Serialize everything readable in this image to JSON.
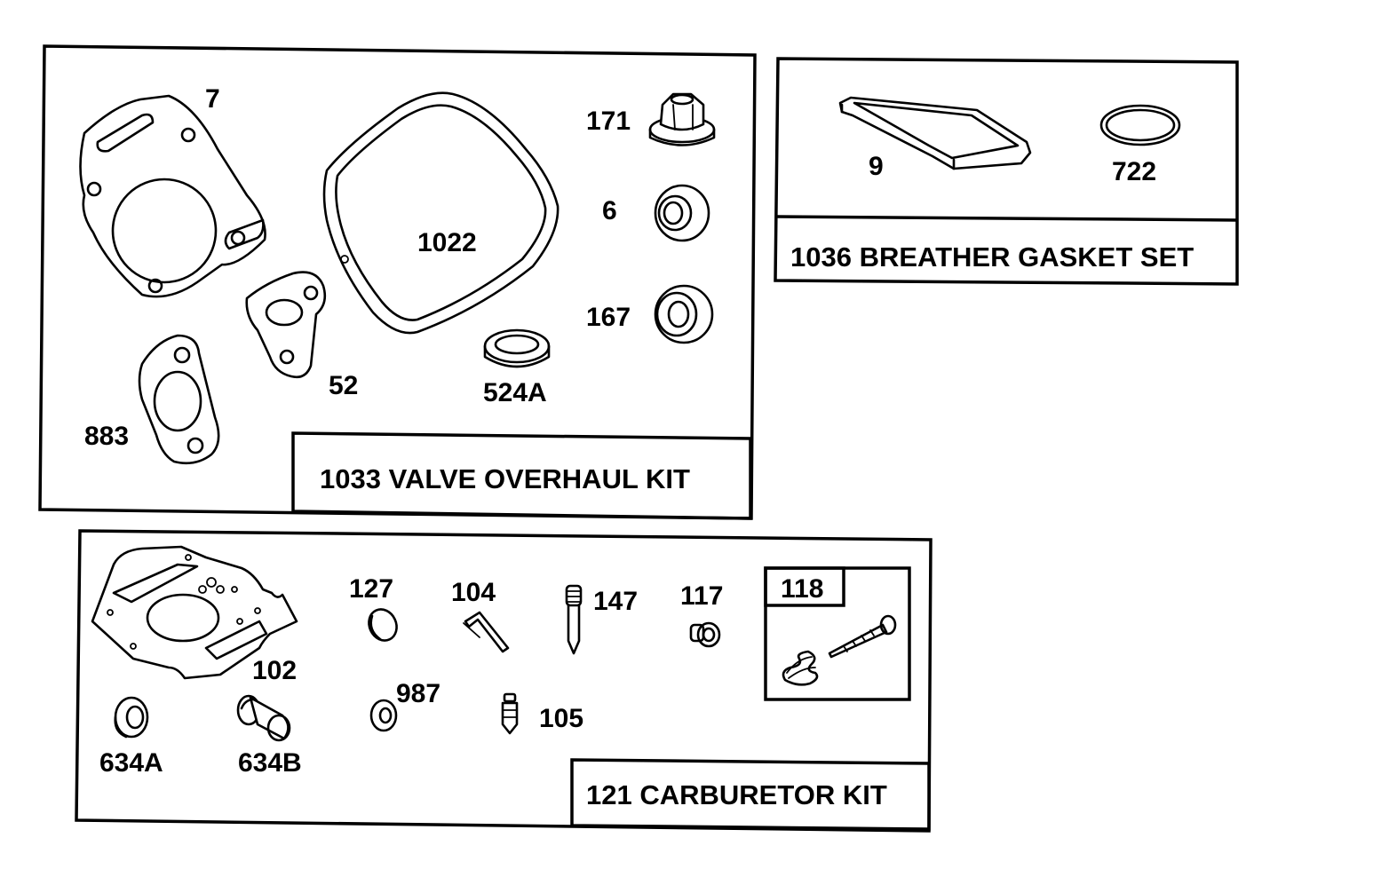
{
  "kits": {
    "valve_overhaul": {
      "title": "1033 VALVE OVERHAUL KIT",
      "parts": {
        "p7": "7",
        "p1022": "1022",
        "p171": "171",
        "p6": "6",
        "p167": "167",
        "p52": "52",
        "p883": "883",
        "p524a": "524A"
      }
    },
    "breather": {
      "title": "1036 BREATHER GASKET SET",
      "parts": {
        "p9": "9",
        "p722": "722"
      }
    },
    "carburetor": {
      "title": "121 CARBURETOR KIT",
      "parts": {
        "p127": "127",
        "p104": "104",
        "p147": "147",
        "p117": "117",
        "p118": "118",
        "p102": "102",
        "p987": "987",
        "p105": "105",
        "p634a": "634A",
        "p634b": "634B"
      }
    }
  }
}
